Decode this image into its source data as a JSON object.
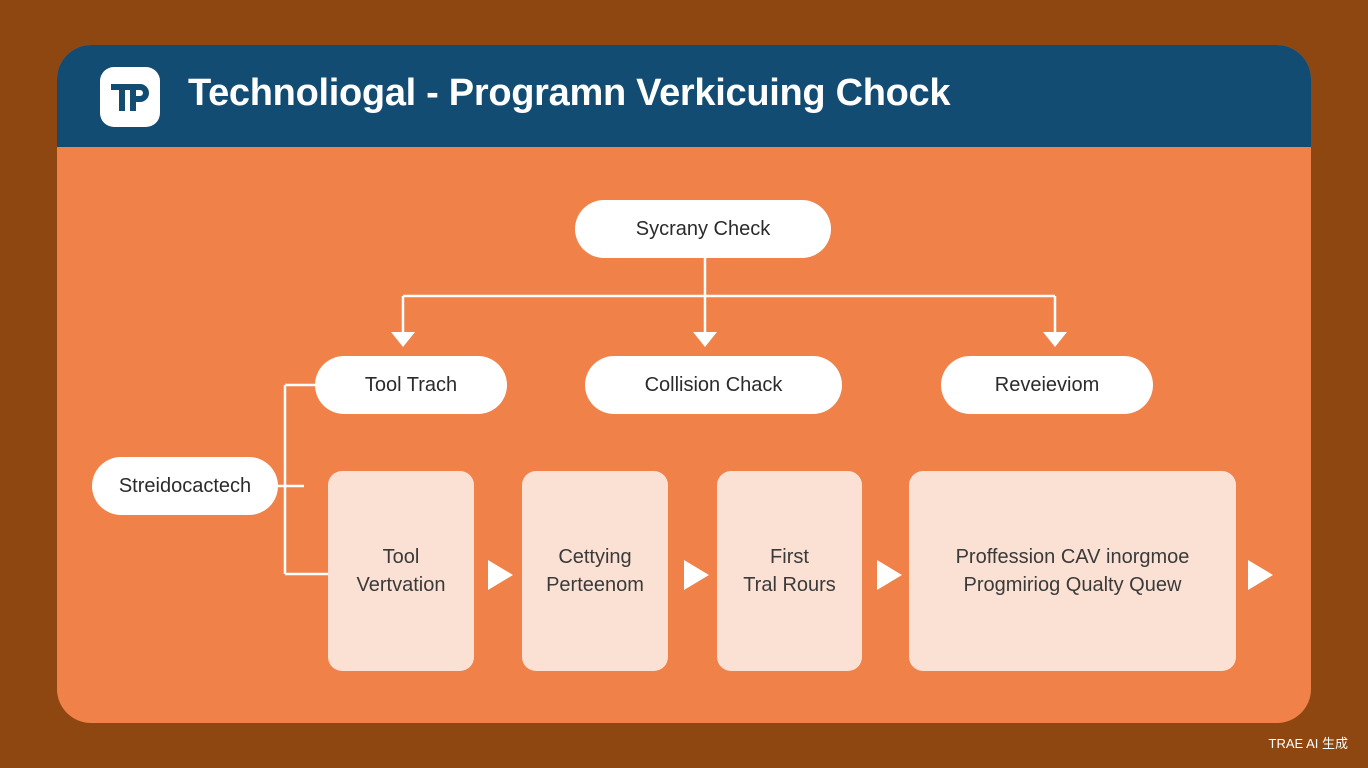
{
  "header": {
    "title": "Technoliogal - Programn Verkicuing Chock",
    "logo_icon": "tp-logo-icon"
  },
  "diagram": {
    "root": {
      "label": "Sycrany Check"
    },
    "branches": [
      {
        "label": "Tool Trach"
      },
      {
        "label": "Collision Chack"
      },
      {
        "label": "Reveievіom"
      }
    ],
    "side_node": {
      "label": "Streidocactech"
    },
    "process": [
      {
        "lines": [
          "Tool",
          "Vertvation"
        ]
      },
      {
        "lines": [
          "Cettying",
          "Perteenom"
        ]
      },
      {
        "lines": [
          "First",
          "Tral Rours"
        ]
      },
      {
        "lines": [
          "Proffession CAV inorgmoe",
          "Progmiriog Qualty Quew"
        ]
      }
    ]
  },
  "watermark": "TRAE AI 生成",
  "colors": {
    "frame": "#8e4710",
    "card": "#f08149",
    "header": "#134c73",
    "node": "#ffffff",
    "process_box": "#fbe1d3",
    "connector": "#ffffff"
  }
}
